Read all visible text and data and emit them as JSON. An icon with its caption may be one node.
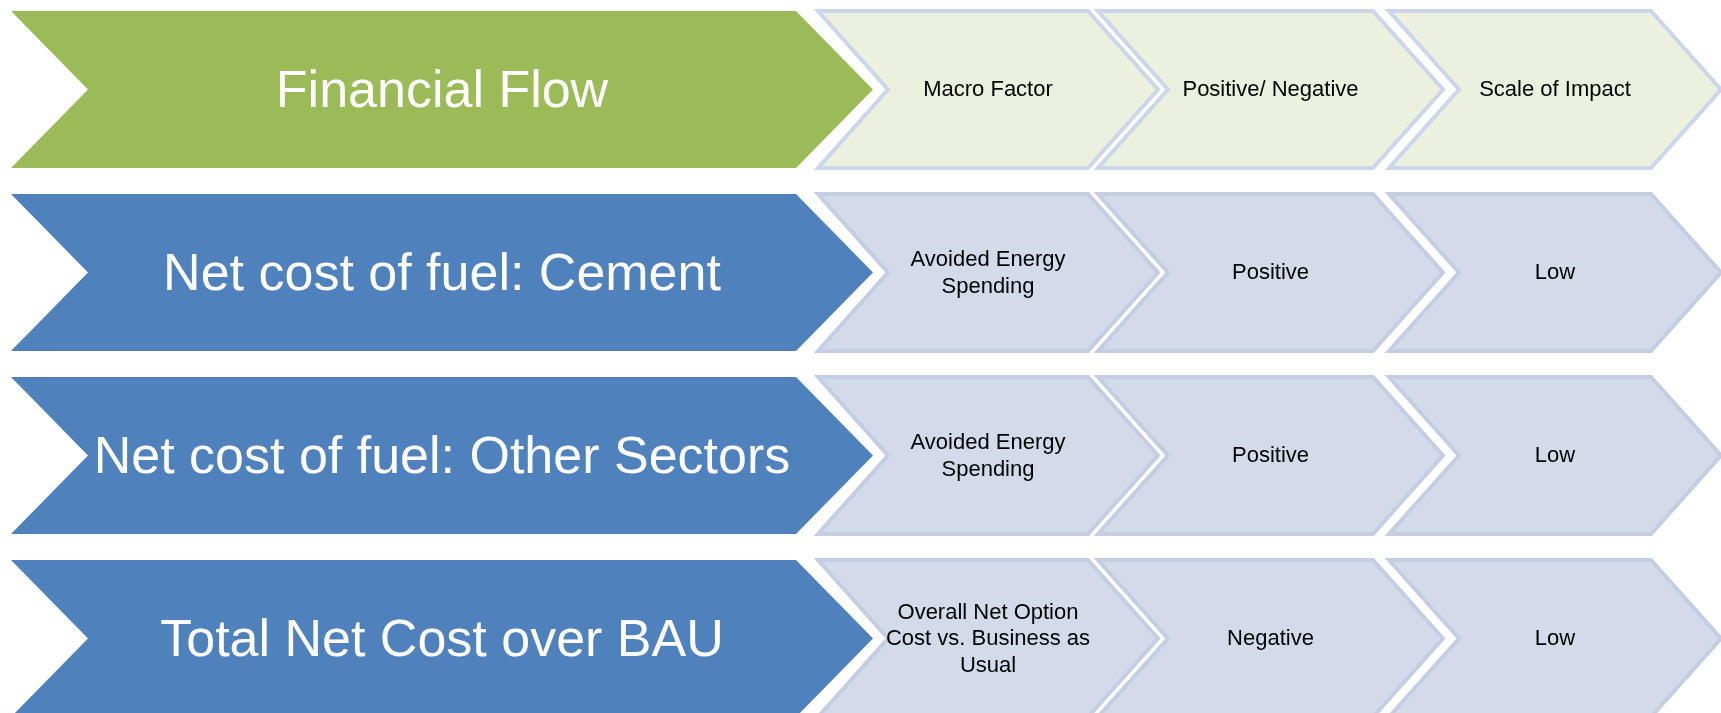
{
  "diagram": {
    "nodes": [
      {
        "text": [
          "Financial Flow"
        ]
      },
      {
        "text": [
          "Macro Factor"
        ]
      },
      {
        "text": [
          "Positive/ Negative"
        ]
      },
      {
        "text": [
          "Scale of Impact"
        ]
      },
      {
        "text": [
          "Net cost of fuel: Cement"
        ]
      },
      {
        "text": [
          "Avoided Energy Spending"
        ]
      },
      {
        "text": [
          "Positive"
        ]
      },
      {
        "text": [
          "Low"
        ]
      },
      {
        "text": [
          "Net cost of fuel: Other Sectors"
        ]
      },
      {
        "text": [
          "Avoided Energy Spending"
        ]
      },
      {
        "text": [
          "Positive"
        ]
      },
      {
        "text": [
          "Low"
        ]
      },
      {
        "text": [
          "Total Net Cost over BAU"
        ]
      },
      {
        "text": [
          "Overall Net Option Cost vs. Business as Usual"
        ]
      },
      {
        "text": [
          "Negative"
        ]
      },
      {
        "text": [
          "Low"
        ]
      }
    ]
  }
}
